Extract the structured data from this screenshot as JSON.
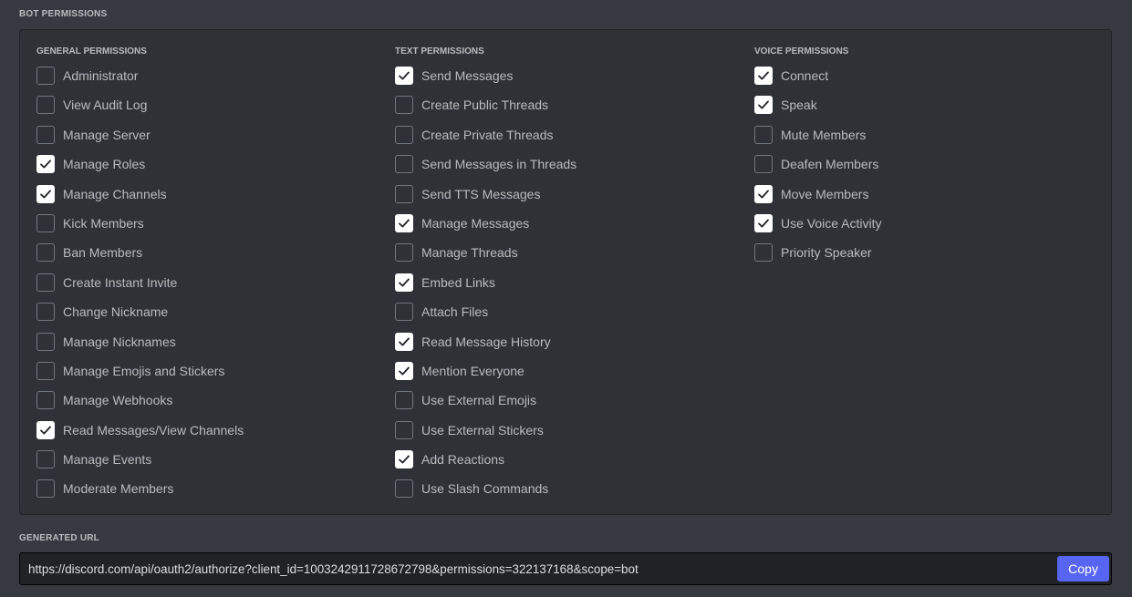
{
  "bot_permissions_title": "BOT PERMISSIONS",
  "generated_url_title": "GENERATED URL",
  "columns": [
    {
      "title": "GENERAL PERMISSIONS",
      "items": [
        {
          "label": "Administrator",
          "checked": false
        },
        {
          "label": "View Audit Log",
          "checked": false
        },
        {
          "label": "Manage Server",
          "checked": false
        },
        {
          "label": "Manage Roles",
          "checked": true
        },
        {
          "label": "Manage Channels",
          "checked": true
        },
        {
          "label": "Kick Members",
          "checked": false
        },
        {
          "label": "Ban Members",
          "checked": false
        },
        {
          "label": "Create Instant Invite",
          "checked": false
        },
        {
          "label": "Change Nickname",
          "checked": false
        },
        {
          "label": "Manage Nicknames",
          "checked": false
        },
        {
          "label": "Manage Emojis and Stickers",
          "checked": false
        },
        {
          "label": "Manage Webhooks",
          "checked": false
        },
        {
          "label": "Read Messages/View Channels",
          "checked": true
        },
        {
          "label": "Manage Events",
          "checked": false
        },
        {
          "label": "Moderate Members",
          "checked": false
        }
      ]
    },
    {
      "title": "TEXT PERMISSIONS",
      "items": [
        {
          "label": "Send Messages",
          "checked": true
        },
        {
          "label": "Create Public Threads",
          "checked": false
        },
        {
          "label": "Create Private Threads",
          "checked": false
        },
        {
          "label": "Send Messages in Threads",
          "checked": false
        },
        {
          "label": "Send TTS Messages",
          "checked": false
        },
        {
          "label": "Manage Messages",
          "checked": true
        },
        {
          "label": "Manage Threads",
          "checked": false
        },
        {
          "label": "Embed Links",
          "checked": true
        },
        {
          "label": "Attach Files",
          "checked": false
        },
        {
          "label": "Read Message History",
          "checked": true
        },
        {
          "label": "Mention Everyone",
          "checked": true
        },
        {
          "label": "Use External Emojis",
          "checked": false
        },
        {
          "label": "Use External Stickers",
          "checked": false
        },
        {
          "label": "Add Reactions",
          "checked": true
        },
        {
          "label": "Use Slash Commands",
          "checked": false
        }
      ]
    },
    {
      "title": "VOICE PERMISSIONS",
      "items": [
        {
          "label": "Connect",
          "checked": true
        },
        {
          "label": "Speak",
          "checked": true
        },
        {
          "label": "Mute Members",
          "checked": false
        },
        {
          "label": "Deafen Members",
          "checked": false
        },
        {
          "label": "Move Members",
          "checked": true
        },
        {
          "label": "Use Voice Activity",
          "checked": true
        },
        {
          "label": "Priority Speaker",
          "checked": false
        }
      ]
    }
  ],
  "generated_url": "https://discord.com/api/oauth2/authorize?client_id=1003242911728672798&permissions=322137168&scope=bot",
  "copy_label": "Copy",
  "colors": {
    "background": "#36393f",
    "panel": "#2f3136",
    "checkbox_checked": "#ffffff",
    "accent_button": "#5865f2"
  },
  "icons": {
    "checkbox_checked": "check-icon"
  }
}
